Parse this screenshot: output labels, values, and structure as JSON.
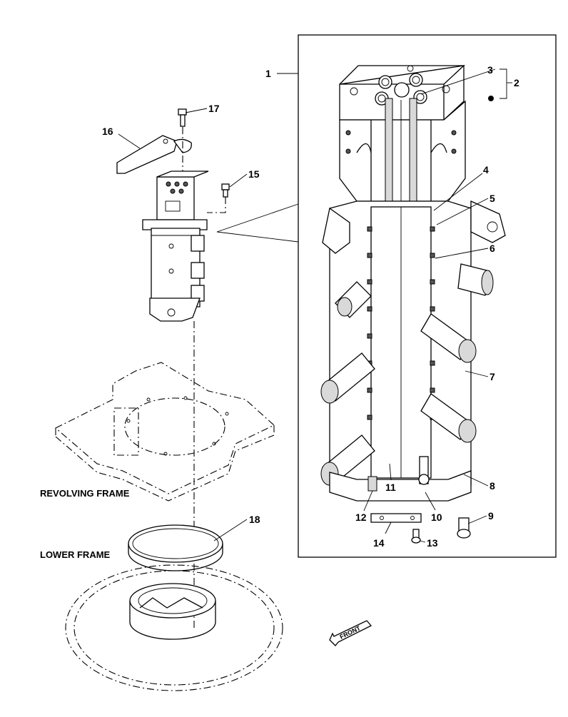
{
  "callouts": {
    "n1": "1",
    "n2": "2",
    "n3": "3",
    "n4": "4",
    "n5": "5",
    "n6": "6",
    "n7": "7",
    "n8": "8",
    "n9": "9",
    "n10": "10",
    "n11": "11",
    "n12": "12",
    "n13": "13",
    "n14": "14",
    "n15": "15",
    "n16": "16",
    "n17": "17",
    "n18": "18"
  },
  "labels": {
    "revolving_frame": "REVOLVING FRAME",
    "lower_frame": "LOWER FRAME",
    "front": "FRONT"
  }
}
